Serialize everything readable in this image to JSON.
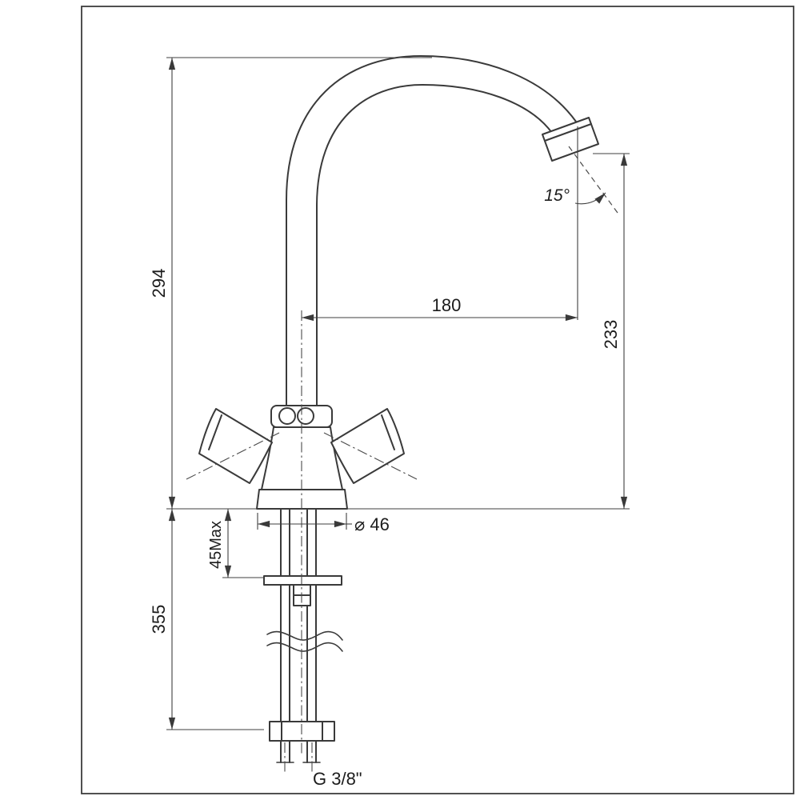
{
  "page": {
    "background": "#ffffff",
    "line_color": "#3a3a3a",
    "dim_line_color": "#3f3f3f",
    "text_color": "#1c1c1c"
  },
  "drawing": {
    "labels": {
      "spout_height": "294",
      "under_counter_length": "355",
      "max_deck_thickness": "45Max",
      "spout_reach": "180",
      "outlet_height": "233",
      "outlet_angle": "15°",
      "base_diameter": "⌀ 46",
      "connection_thread": "G 3/8\""
    }
  }
}
